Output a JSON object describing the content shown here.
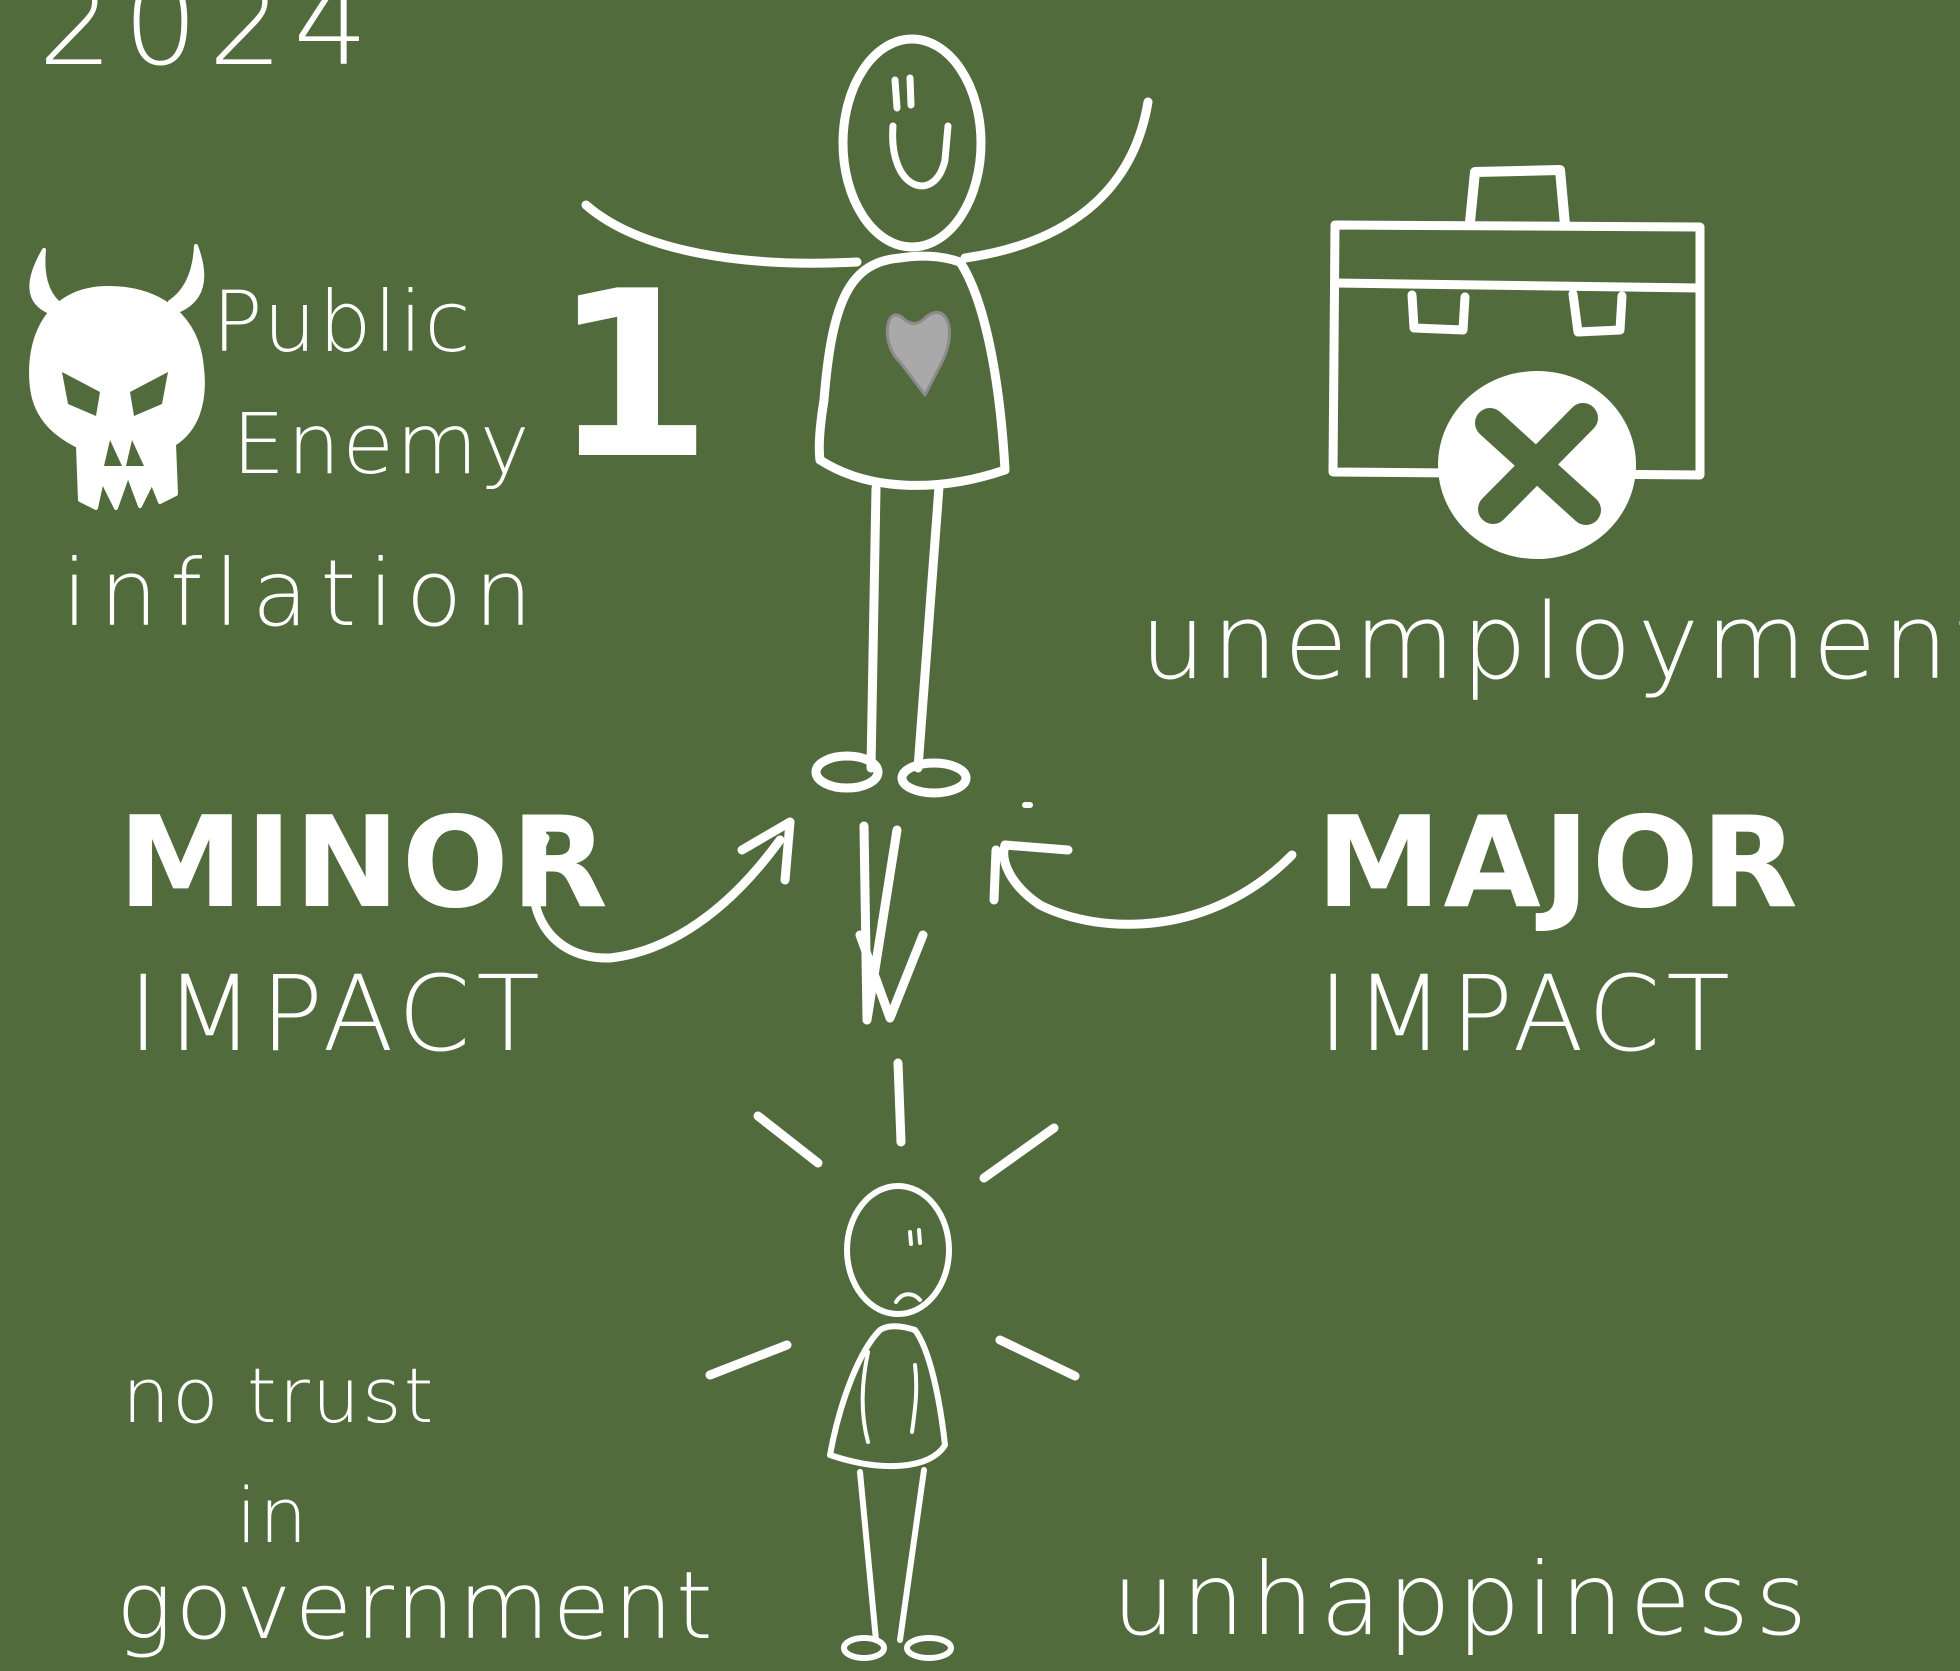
{
  "year": "2024",
  "public_enemy": {
    "line1": "Public",
    "line2": "Enemy",
    "number": "1",
    "subject": "inflation"
  },
  "unemployment": {
    "label": "unemployment"
  },
  "minor": {
    "title": "MINOR",
    "subtitle": "IMPACT"
  },
  "major": {
    "title": "MAJOR",
    "subtitle": "IMPACT"
  },
  "trust": {
    "line1": "no trust",
    "line2": "in",
    "line3": "government"
  },
  "outcome": {
    "label": "unhappiness"
  },
  "colors": {
    "background": "#526b3d",
    "ink": "#ffffff",
    "heart": "#a9a9aa"
  },
  "icons": [
    "horned-skull-icon",
    "briefcase-icon",
    "x-circle-icon",
    "happy-person-icon",
    "sad-person-icon",
    "heart-icon"
  ]
}
